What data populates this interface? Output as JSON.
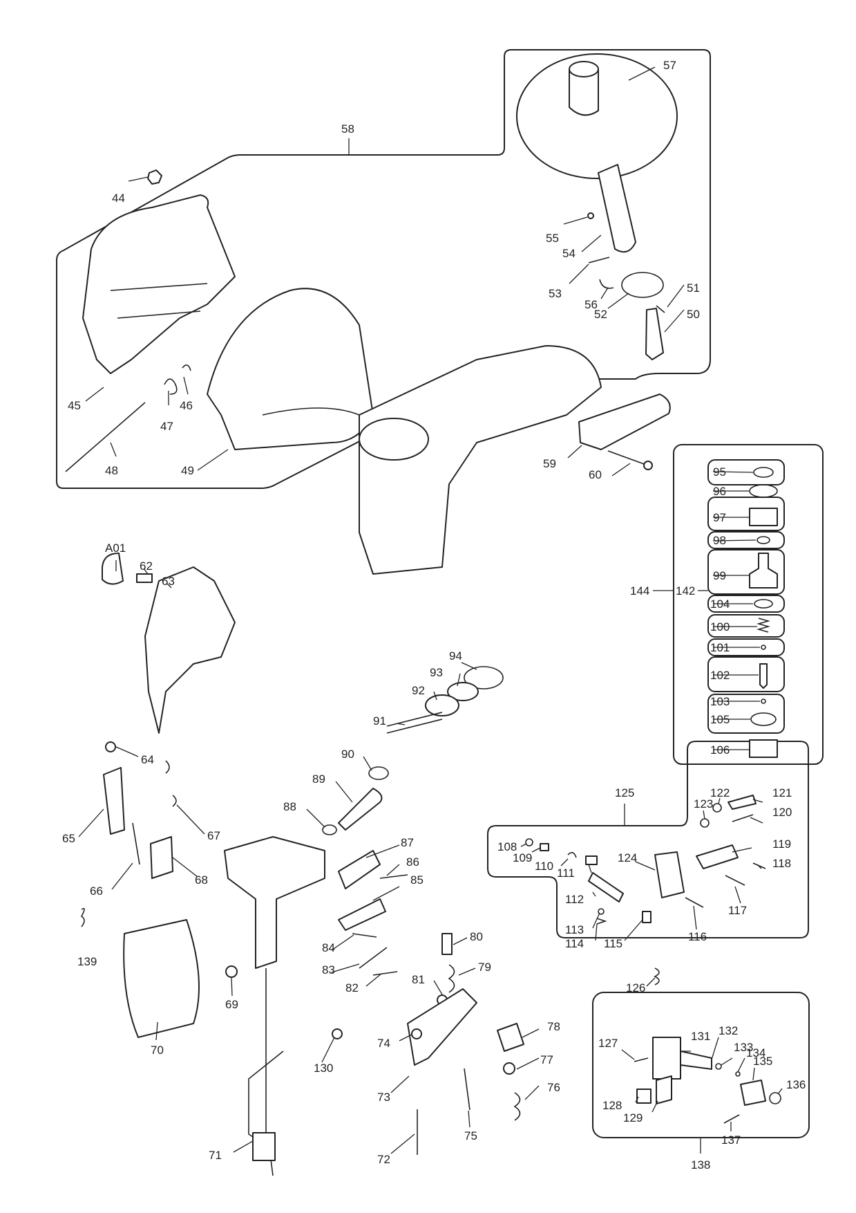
{
  "labels": {
    "l44": "44",
    "l45": "45",
    "l46": "46",
    "l47": "47",
    "l48": "48",
    "l49": "49",
    "l50": "50",
    "l51": "51",
    "l52": "52",
    "l53": "53",
    "l54": "54",
    "l55": "55",
    "l56": "56",
    "l57": "57",
    "l58": "58",
    "l59": "59",
    "l60": "60",
    "lA01": "A01",
    "l62": "62",
    "l63": "63",
    "l64": "64",
    "l65": "65",
    "l66": "66",
    "l67": "67",
    "l68": "68",
    "l69": "69",
    "l70": "70",
    "l71": "71",
    "l72": "72",
    "l73": "73",
    "l74": "74",
    "l75": "75",
    "l76": "76",
    "l77": "77",
    "l78": "78",
    "l79": "79",
    "l80": "80",
    "l81": "81",
    "l82": "82",
    "l83": "83",
    "l84": "84",
    "l85": "85",
    "l86": "86",
    "l87": "87",
    "l88": "88",
    "l89": "89",
    "l90": "90",
    "l91": "91",
    "l92": "92",
    "l93": "93",
    "l94": "94",
    "l95": "95",
    "l96": "96",
    "l97": "97",
    "l98": "98",
    "l99": "99",
    "l100": "100",
    "l101": "101",
    "l102": "102",
    "l103": "103",
    "l104": "104",
    "l105": "105",
    "l106": "106",
    "l108": "108",
    "l109": "109",
    "l110": "110",
    "l111": "111",
    "l112": "112",
    "l113": "113",
    "l114": "114",
    "l115": "115",
    "l116": "116",
    "l117": "117",
    "l118": "118",
    "l119": "119",
    "l120": "120",
    "l121": "121",
    "l122": "122",
    "l123": "123",
    "l124": "124",
    "l125": "125",
    "l126": "126",
    "l127": "127",
    "l128": "128",
    "l129": "129",
    "l130": "130",
    "l131": "131",
    "l132": "132",
    "l133": "133",
    "l134": "134",
    "l135": "135",
    "l136": "136",
    "l137": "137",
    "l138": "138",
    "l139": "139",
    "l142": "142",
    "l144": "144"
  },
  "colors": {
    "ink": "#222222",
    "paper": "#ffffff"
  }
}
